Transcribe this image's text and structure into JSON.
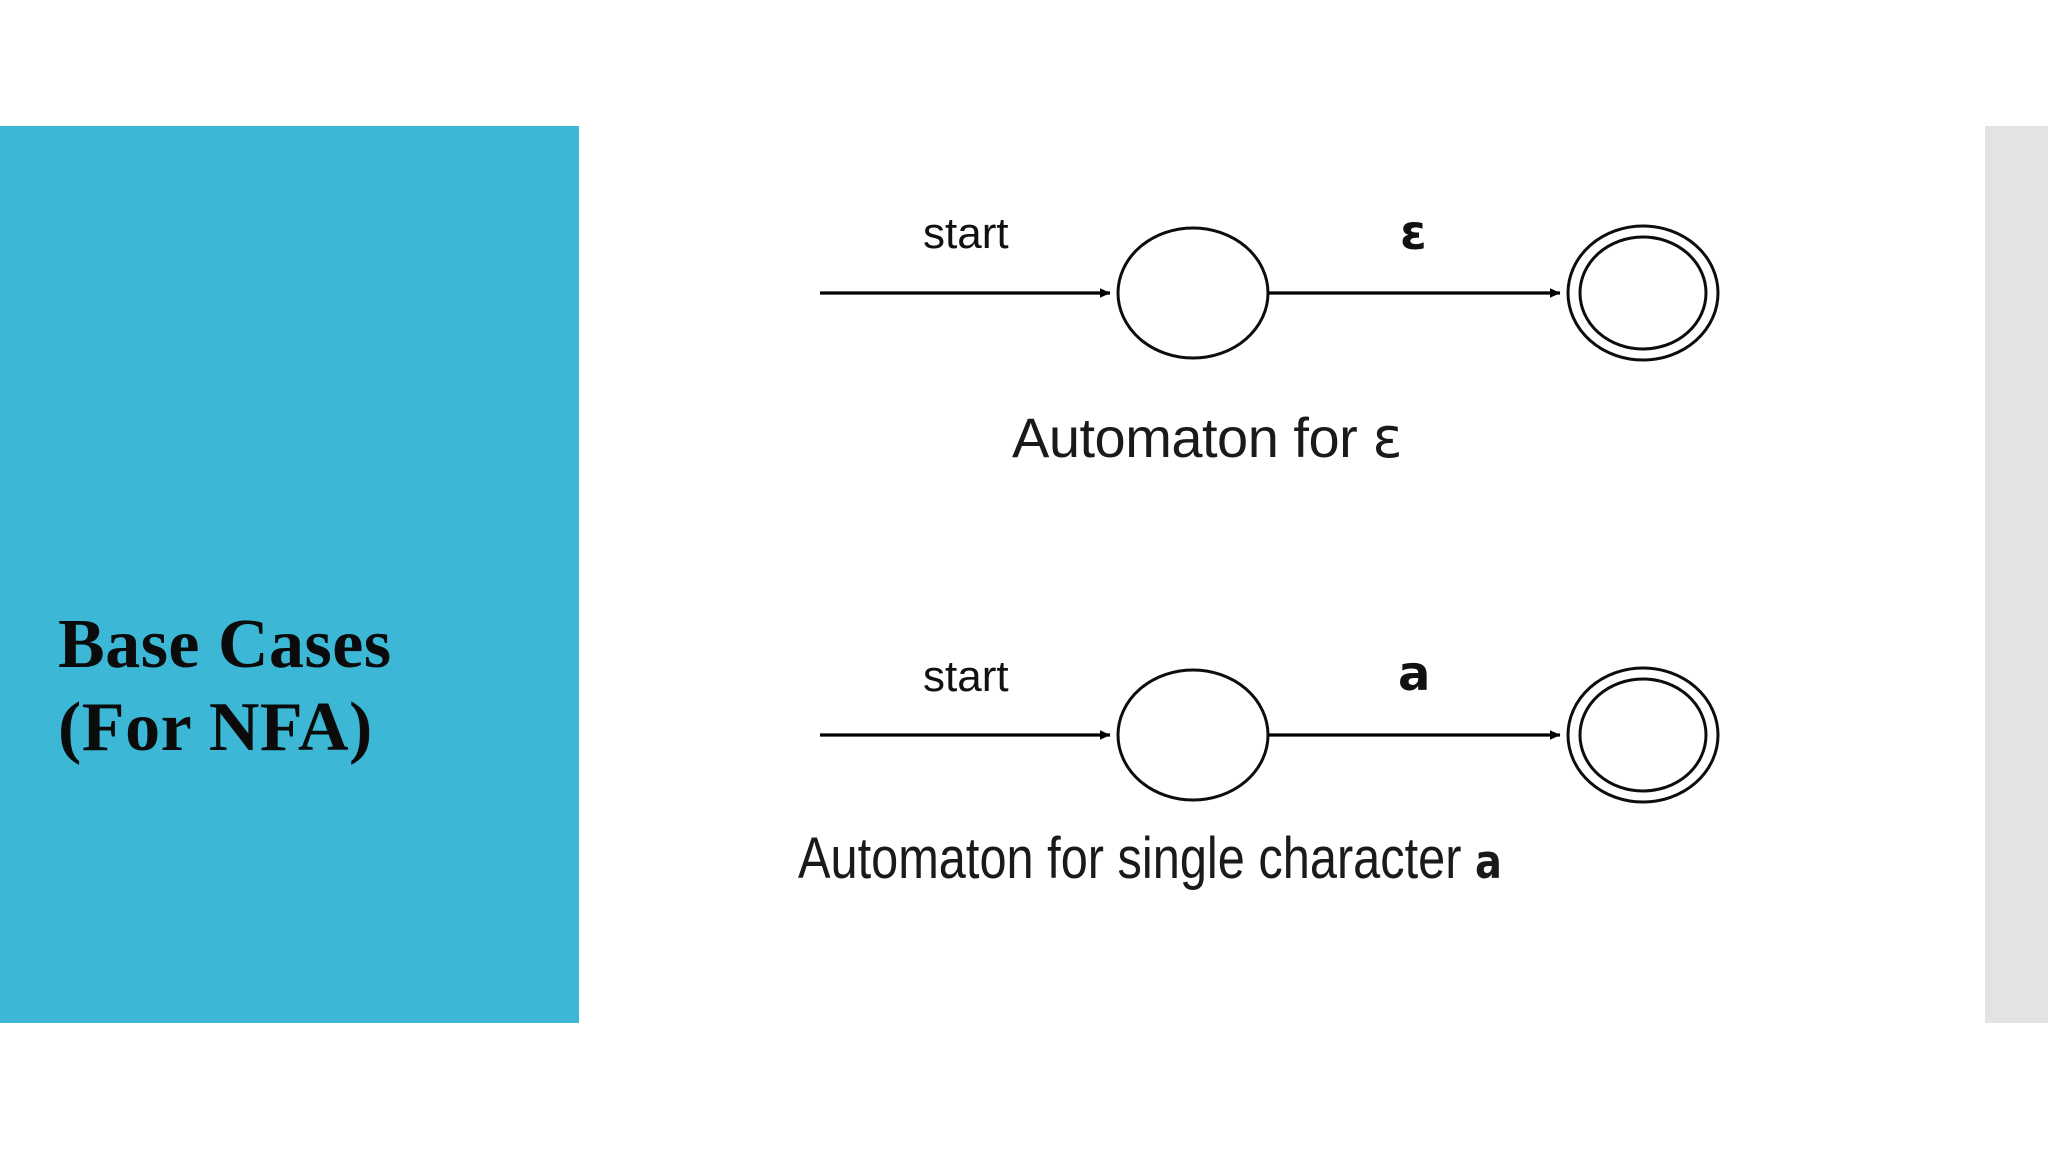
{
  "slide": {
    "background_color": "#ffffff",
    "accent_color": "#3CB8D6",
    "strip_color": "#E3E3E3"
  },
  "title_panel": {
    "text": "Base Cases\n(For NFA)",
    "line1": "Base Cases",
    "line2": "(For NFA)",
    "background_color": "#3CB8D6",
    "text_color": "#000000"
  },
  "figures": [
    {
      "id": "epsilon",
      "start_label": "start",
      "transition_label": "ε",
      "caption_prefix": "Automaton for ",
      "caption_symbol": "ε",
      "caption_full": "Automaton for ε",
      "states": [
        {
          "type": "start-state",
          "accepting": false
        },
        {
          "type": "final-state",
          "accepting": true
        }
      ]
    },
    {
      "id": "single-character",
      "start_label": "start",
      "transition_label": "a",
      "caption_prefix": "Automaton for single character ",
      "caption_symbol": "a",
      "caption_full": "Automaton for single character a",
      "states": [
        {
          "type": "start-state",
          "accepting": false
        },
        {
          "type": "final-state",
          "accepting": true
        }
      ]
    }
  ]
}
